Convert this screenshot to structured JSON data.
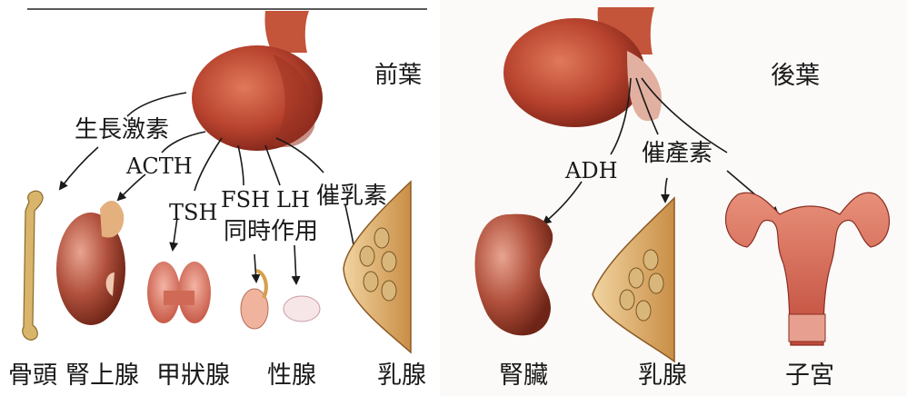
{
  "left_panel": {
    "lobe_title": "前葉",
    "hormones": {
      "gh": "生長激素",
      "acth": "ACTH",
      "tsh": "TSH",
      "fsh": "FSH",
      "lh": "LH",
      "fsh_lh_note": "同時作用",
      "prolactin": "催乳素"
    },
    "organs": {
      "bone": "骨頭",
      "adrenal": "腎上腺",
      "thyroid": "甲狀腺",
      "gonad": "性腺",
      "mammary": "乳腺"
    }
  },
  "right_panel": {
    "lobe_title": "後葉",
    "hormones": {
      "adh": "ADH",
      "oxytocin": "催產素"
    },
    "organs": {
      "kidney": "腎臟",
      "mammary": "乳腺",
      "uterus": "子宮"
    }
  },
  "colors": {
    "gland": "#b8432e",
    "organ_red": "#a83a2c",
    "breast_tan": "#d9a35c",
    "bone": "#d8b56a",
    "text": "#1a1a1a"
  }
}
